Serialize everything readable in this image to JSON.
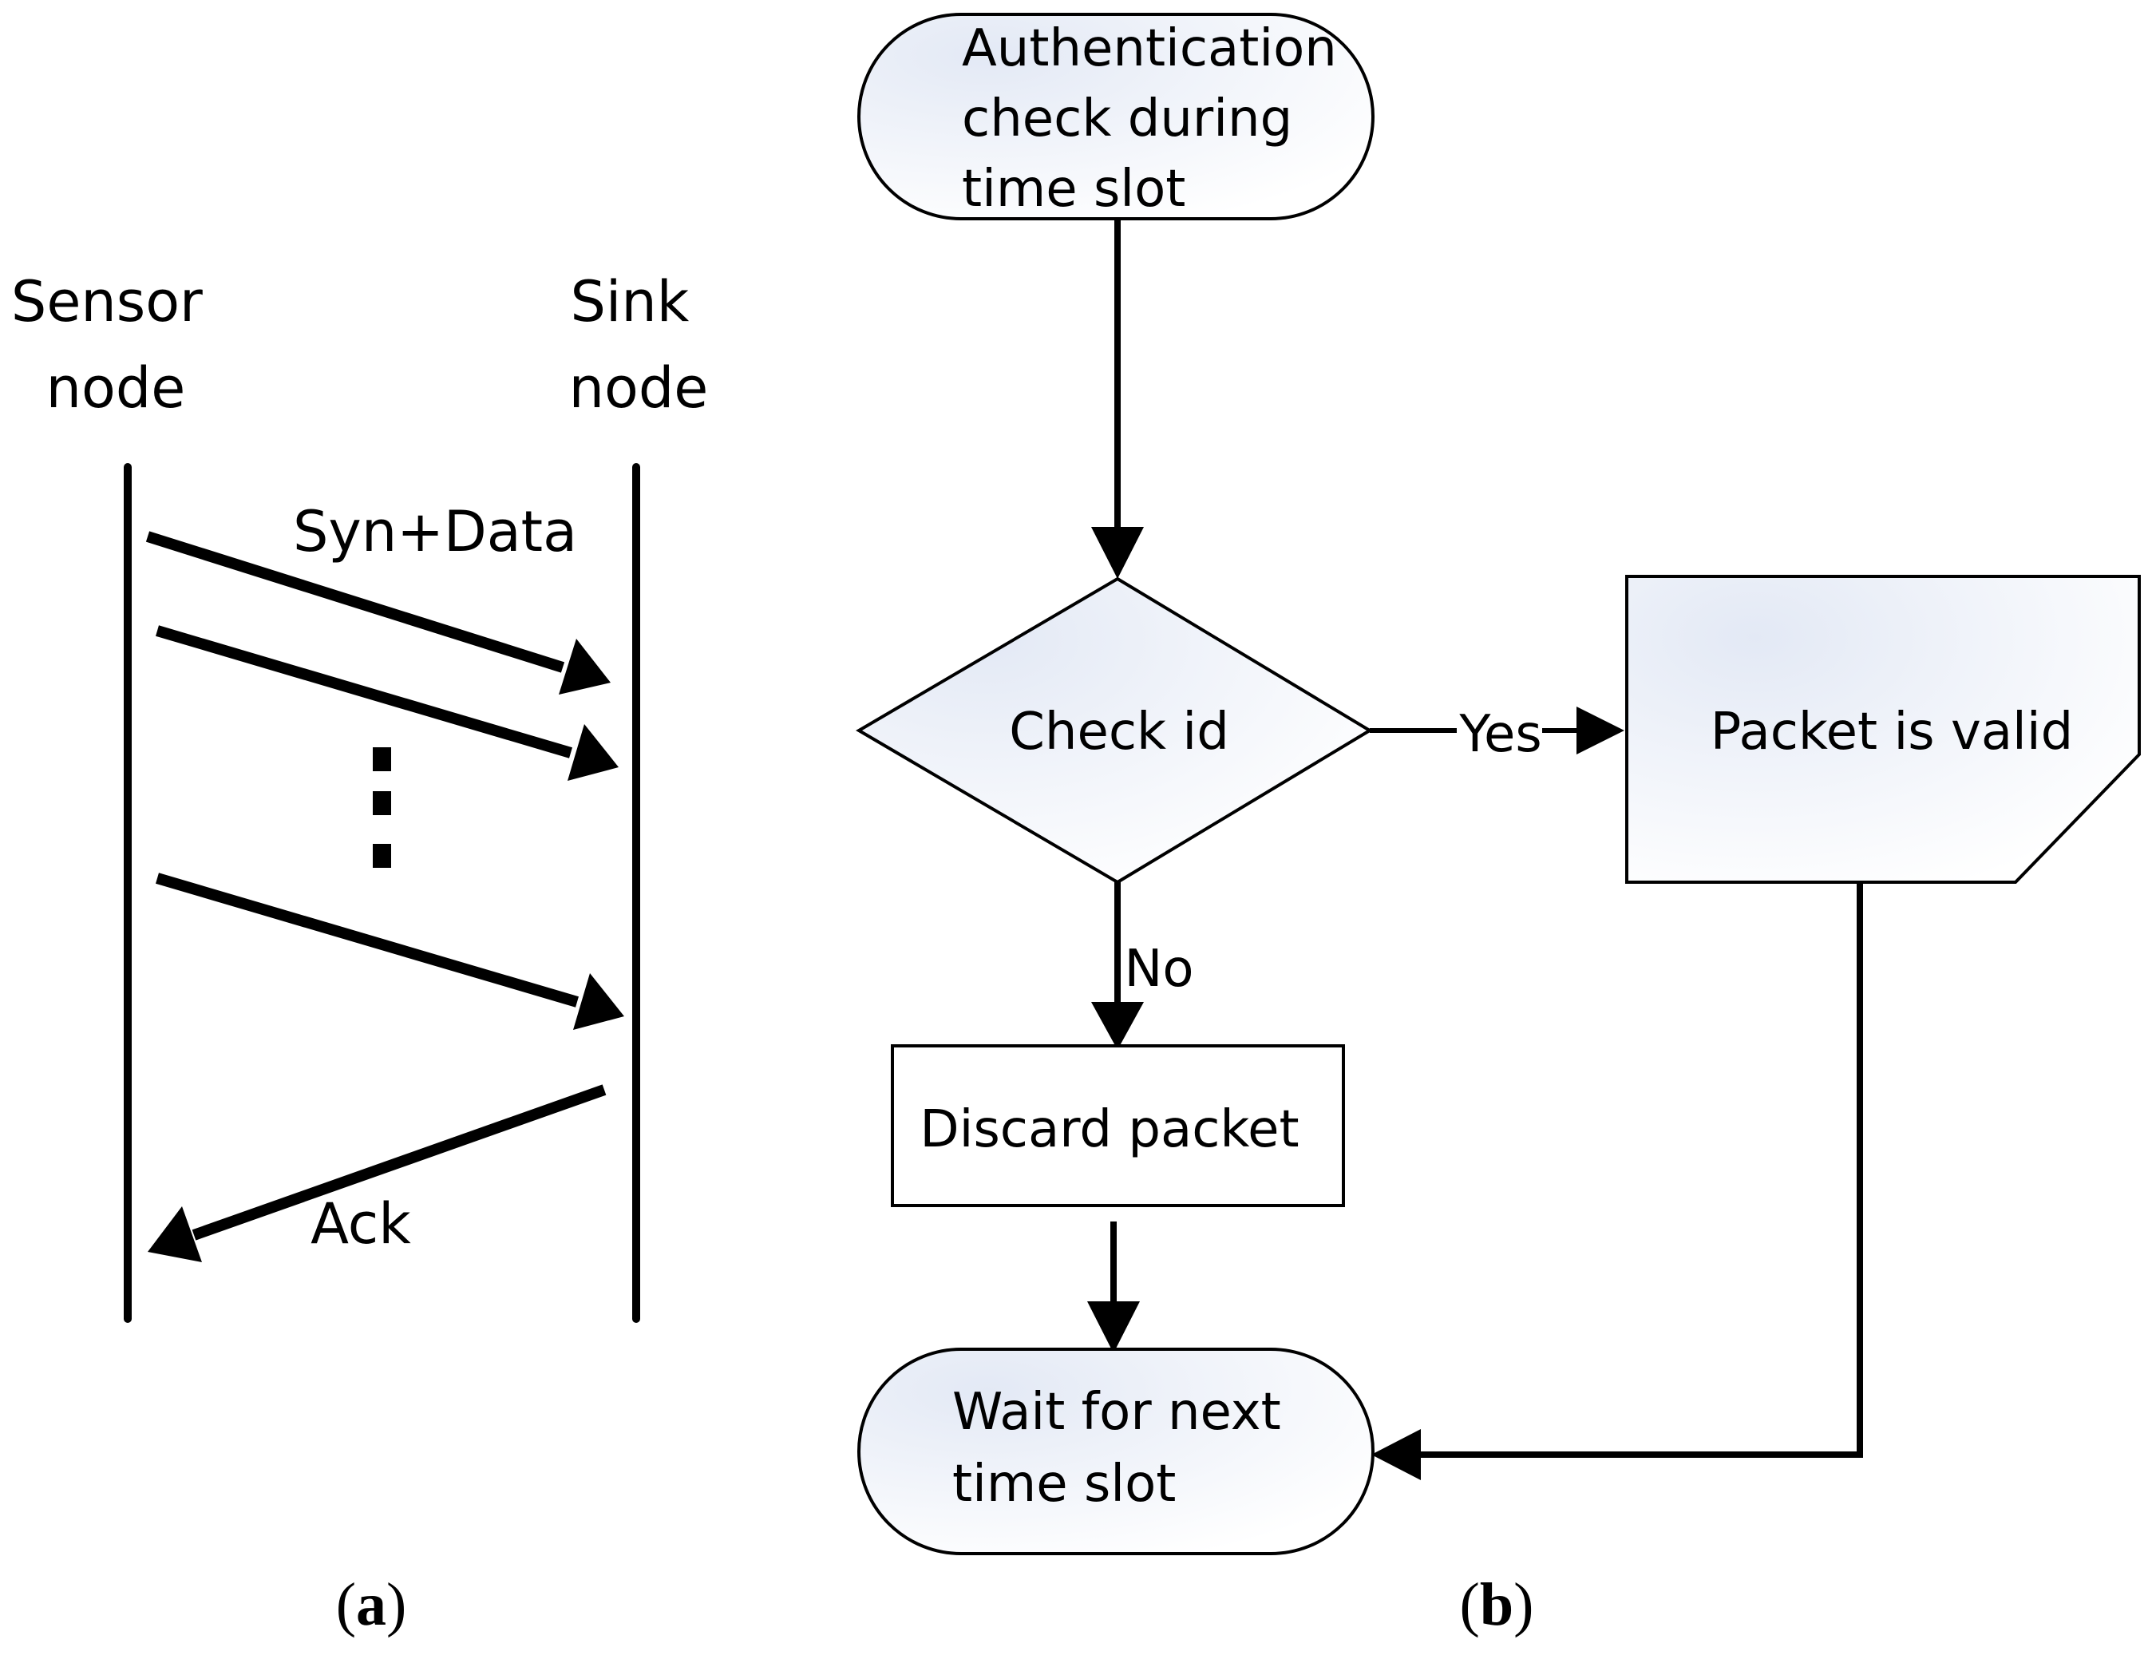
{
  "panel_a": {
    "left_node": [
      "Sensor",
      "node"
    ],
    "right_node": [
      "Sink",
      "node"
    ],
    "message_label": "Syn+Data",
    "ack_label": "Ack",
    "caption_letter": "a"
  },
  "panel_b": {
    "start": [
      "Authentication",
      "check during",
      "time slot"
    ],
    "decision": "Check id",
    "yes_label": "Yes",
    "no_label": "No",
    "valid_box": "Packet is valid",
    "discard_box": "Discard packet",
    "end": [
      "Wait for next",
      "time slot"
    ],
    "caption_letter": "b"
  },
  "caption_paren_open": "(",
  "caption_paren_close": ")"
}
